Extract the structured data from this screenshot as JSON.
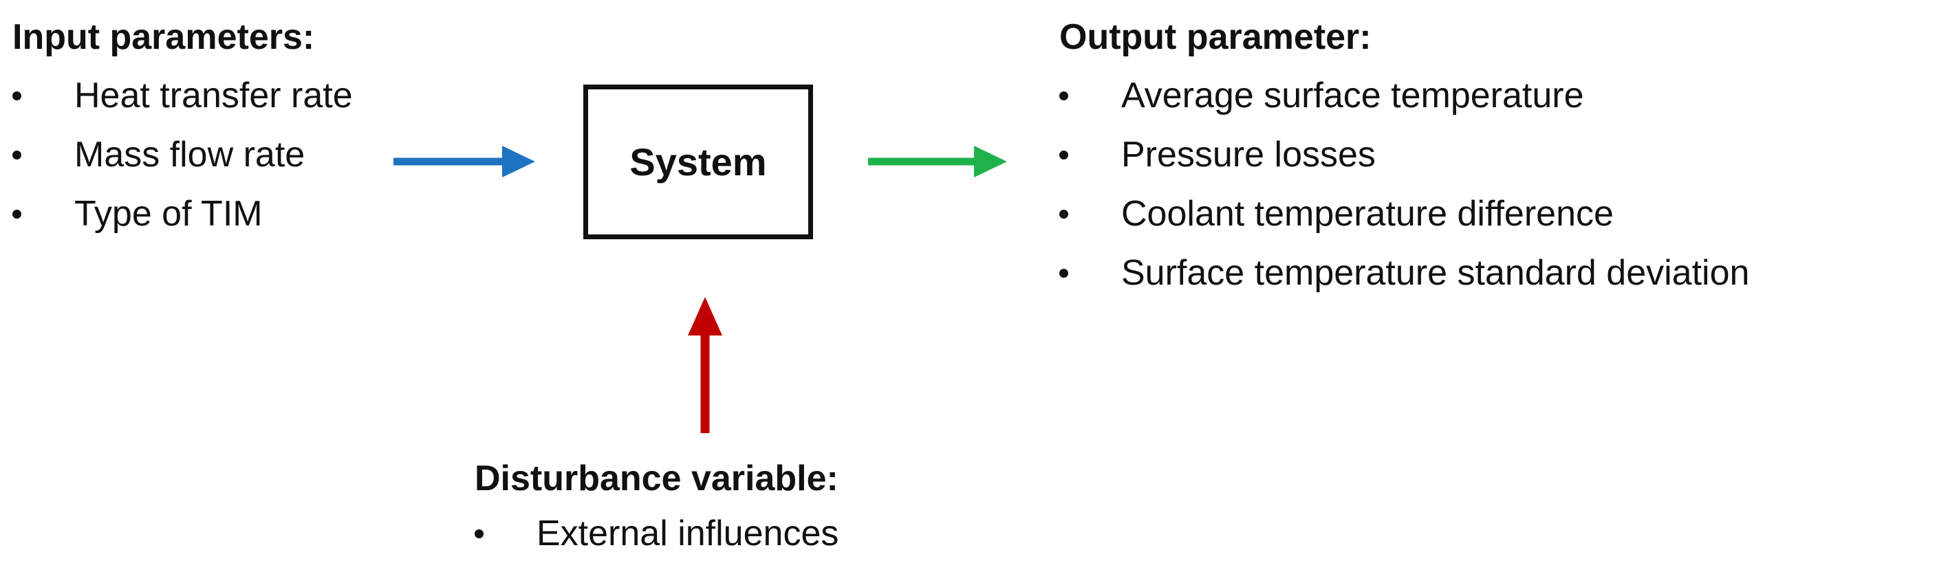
{
  "input": {
    "heading": "Input parameters:",
    "items": [
      "Heat transfer rate",
      "Mass flow rate",
      "Type of TIM"
    ]
  },
  "system": {
    "label": "System"
  },
  "output": {
    "heading": "Output parameter:",
    "items": [
      "Average surface temperature",
      "Pressure losses",
      "Coolant temperature difference",
      "Surface temperature standard deviation"
    ]
  },
  "disturbance": {
    "heading": "Disturbance variable:",
    "items": [
      "External influences"
    ]
  },
  "colors": {
    "input_arrow": "#1f73c2",
    "output_arrow": "#1fb24a",
    "disturbance_arrow": "#c00000",
    "text": "#111111"
  }
}
